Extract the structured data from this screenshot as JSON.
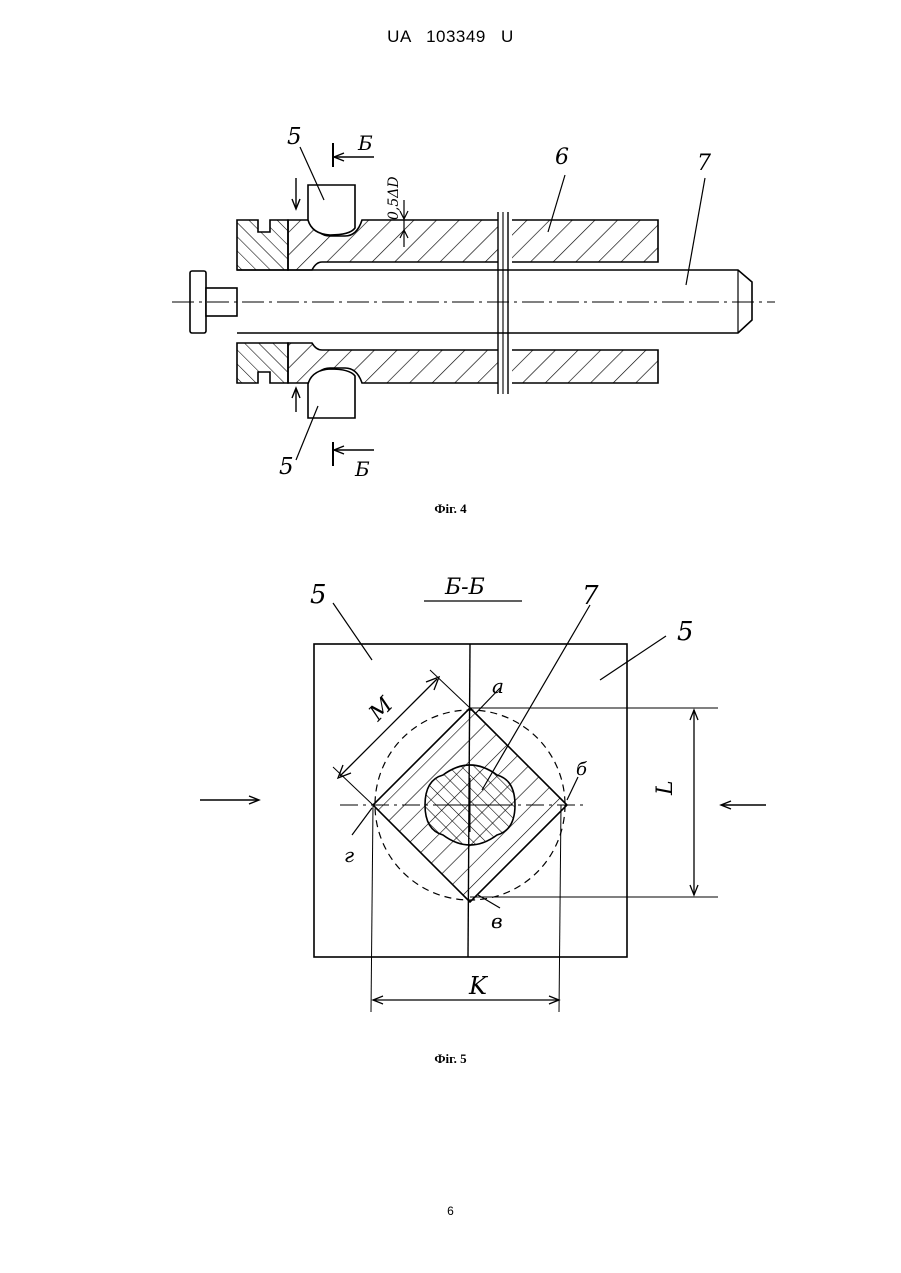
{
  "header": {
    "doc_id": "UA   103349   U"
  },
  "fig4": {
    "caption": "Фіг. 4",
    "labels": {
      "part_top": "5",
      "part_bottom": "5",
      "section_top": "Б",
      "section_bottom": "Б",
      "part_6": "6",
      "part_7": "7",
      "dimension": "0,5ΔD"
    }
  },
  "fig5": {
    "caption": "Фіг. 5",
    "labels": {
      "section_title": "Б-Б",
      "part_left": "5",
      "part_right": "5",
      "part_7": "7",
      "dim_M": "M",
      "dim_K": "K",
      "dim_L": "L",
      "point_a": "a",
      "point_b": "б",
      "point_v": "в",
      "point_g": "г"
    }
  },
  "footer": {
    "page_number": "6"
  }
}
